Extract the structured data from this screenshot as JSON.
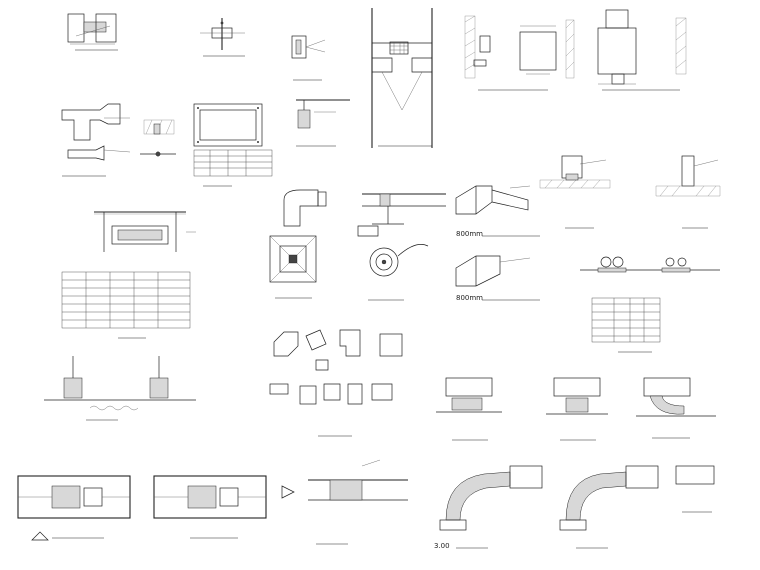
{
  "captions": {
    "c_800_upper": "800mm",
    "c_800_lower": "800mm",
    "c_300": "3.00"
  }
}
